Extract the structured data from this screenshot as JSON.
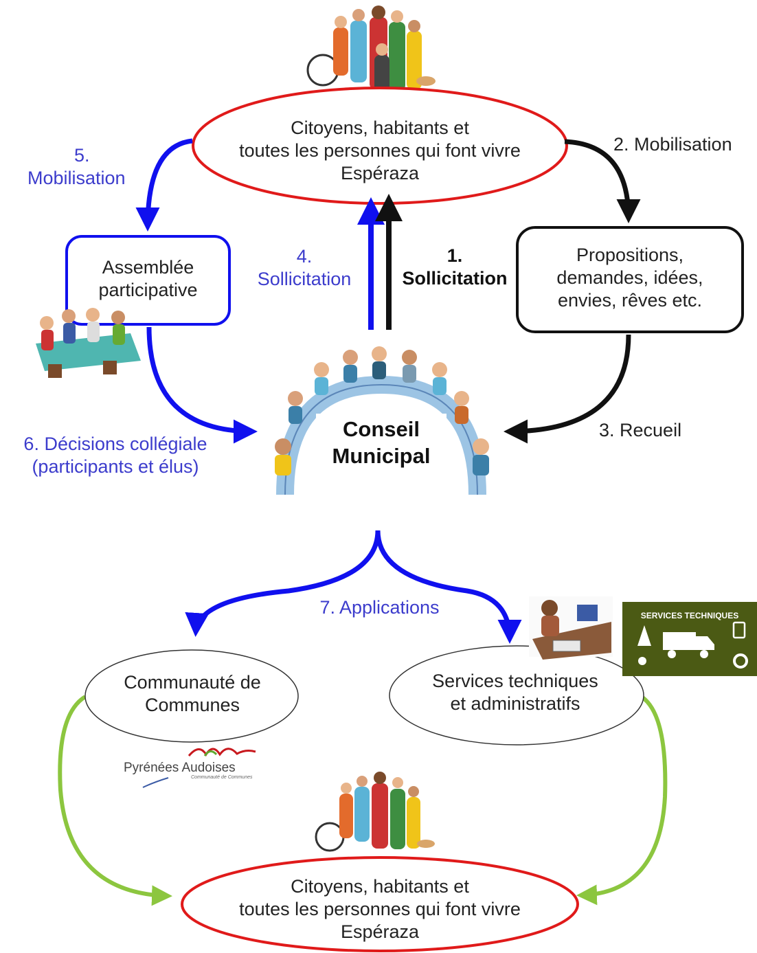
{
  "nodes": {
    "citizens_top": [
      "Citoyens, habitants et",
      "toutes les personnes qui font vivre",
      "Espéraza"
    ],
    "assemblee": [
      "Assemblée",
      "participative"
    ],
    "propositions": [
      "Propositions,",
      "demandes, idées,",
      "envies, rêves etc."
    ],
    "conseil": [
      "Conseil",
      "Municipal"
    ],
    "communaute": [
      "Communauté de",
      "Communes"
    ],
    "services": [
      "Services techniques",
      "et administratifs"
    ],
    "citizens_bottom": [
      "Citoyens, habitants et",
      "toutes les personnes qui font vivre",
      "Espéraza"
    ]
  },
  "steps": {
    "s1": [
      "1.",
      "Sollicitation"
    ],
    "s2": "2. Mobilisation",
    "s3": "3. Recueil",
    "s4": [
      "4.",
      "Sollicitation"
    ],
    "s5": [
      "5.",
      "Mobilisation"
    ],
    "s6": [
      "6. Décisions collégiale",
      "(participants et élus)"
    ],
    "s7": "7. Applications"
  },
  "logos": {
    "pyrenees": "Pyrénées Audoises",
    "pyrenees_sub": "Communauté de Communes",
    "services_badge": "SERVICES TECHNIQUES"
  },
  "colors": {
    "red": "#e01a1a",
    "blue": "#1010ee",
    "black": "#111111",
    "green": "#8cc63f",
    "label_blue": "#3c3ccc",
    "badge_green": "#4b5a14"
  }
}
